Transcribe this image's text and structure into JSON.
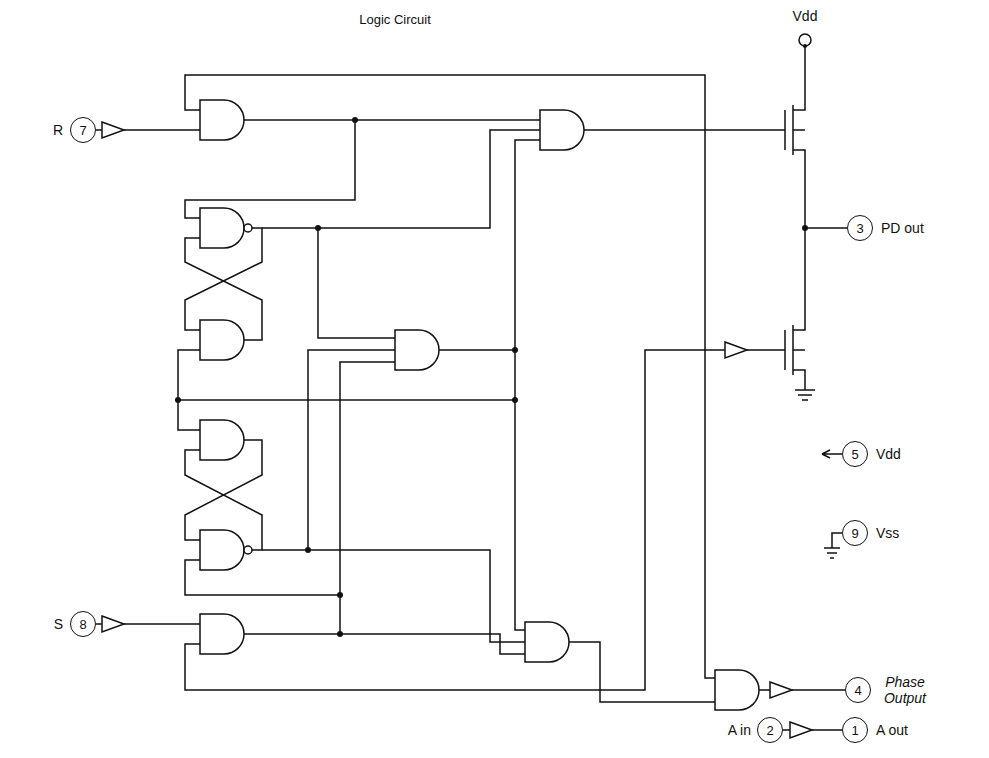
{
  "diagram": {
    "title": "Logic Circuit",
    "nodes": [
      {
        "text": [
          "7"
        ]
      },
      {
        "text": [
          "3"
        ]
      },
      {
        "text": [
          "5"
        ]
      },
      {
        "text": [
          "9"
        ]
      },
      {
        "text": [
          "8"
        ]
      },
      {
        "text": [
          "4"
        ]
      },
      {
        "text": [
          "2"
        ]
      },
      {
        "text": [
          "1"
        ]
      }
    ],
    "labels": [
      "Vdd",
      "R",
      "PD out",
      "Vdd",
      "Vss",
      "S",
      "Phase Output",
      "A in",
      "A out"
    ]
  }
}
